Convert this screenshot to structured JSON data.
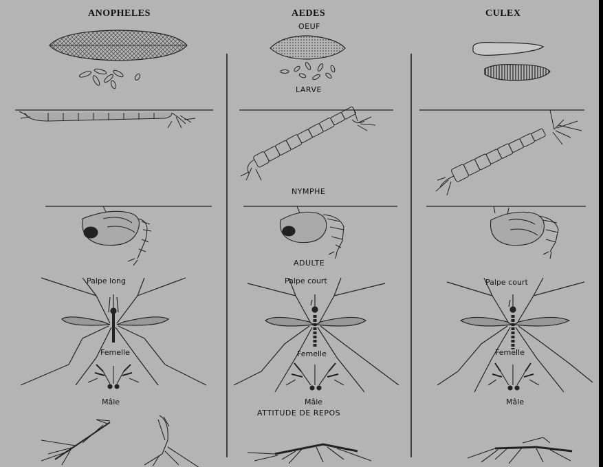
{
  "columns": {
    "anopheles": "ANOPHELES",
    "aedes": "AEDES",
    "culex": "CULEX"
  },
  "stages": {
    "egg": "OEUF",
    "larva": "LARVE",
    "pupa": "NYMPHE",
    "adult": "ADULTE",
    "resting": "ATTITUDE DE REPOS"
  },
  "palps": {
    "anopheles": "Palpe long",
    "aedes": "Palpe court",
    "culex": "Palpe court"
  },
  "female": {
    "anopheles": "Femelle",
    "aedes": "Femelle",
    "culex": "Femelle"
  },
  "male": {
    "anopheles": "Mâle",
    "aedes": "Mâle",
    "culex": "Mâle"
  }
}
